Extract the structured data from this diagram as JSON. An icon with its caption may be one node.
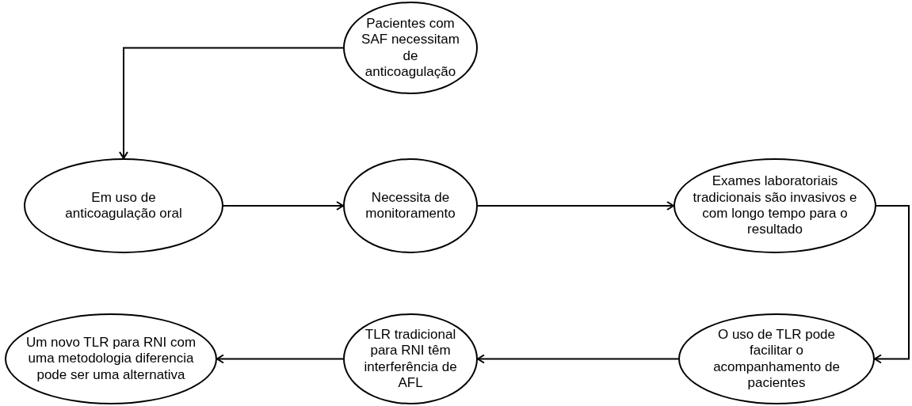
{
  "diagram": {
    "nodes": [
      {
        "text": [
          "Pacientes com SAF necessitam de anticoagulação"
        ]
      },
      {
        "text": [
          "Em uso de anticoagulação oral"
        ]
      },
      {
        "text": [
          "Necessita de monitoramento"
        ]
      },
      {
        "text": [
          "Exames laboratoriais tradicionais são invasivos e com longo tempo para o resultado"
        ]
      },
      {
        "text": [
          "O uso de TLR pode facilitar o acompanhamento de pacientes"
        ]
      },
      {
        "text": [
          "TLR tradicional para RNI têm interferência de AFL"
        ]
      },
      {
        "text": [
          "Um novo TLR para RNI com uma metodologia diferencia pode ser uma alternativa"
        ]
      }
    ],
    "edges": [
      {
        "from": 0,
        "to": 1,
        "arrow": "to"
      },
      {
        "from": 1,
        "to": 2,
        "arrow": "to"
      },
      {
        "from": 2,
        "to": 3,
        "arrow": "to"
      },
      {
        "from": 3,
        "to": 4,
        "arrow": "to"
      },
      {
        "from": 4,
        "to": 5,
        "arrow": "to"
      },
      {
        "from": 5,
        "to": 6,
        "arrow": "to"
      }
    ]
  }
}
